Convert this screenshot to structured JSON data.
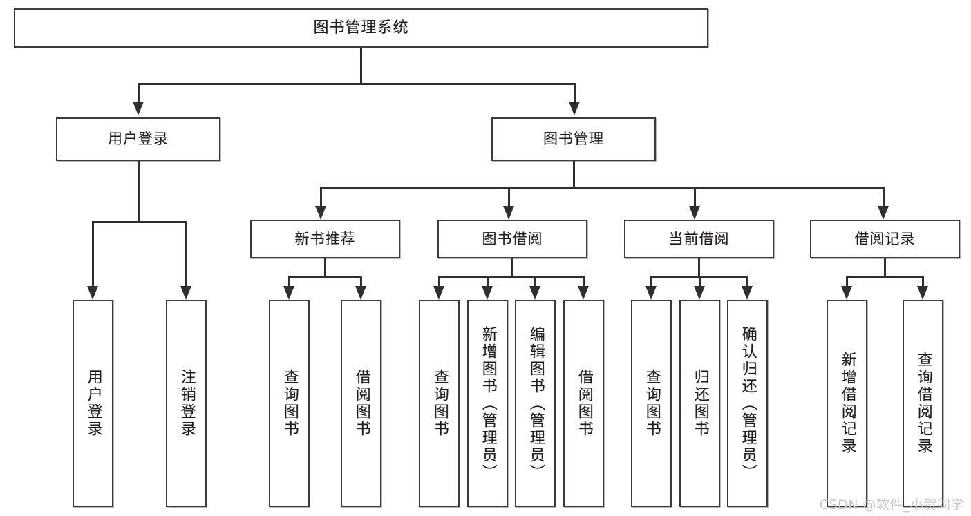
{
  "diagram": {
    "type": "tree",
    "title": "图书管理系统",
    "watermark": "CSDN @软件_小贺同学",
    "colors": {
      "box_border": "#3b3b3b",
      "line": "#2f2f2f",
      "text": "#1d1d1d",
      "background": "#ffffff",
      "watermark": "#c9c9c9"
    },
    "root": {
      "label": "图书管理系统"
    },
    "level2": [
      {
        "label": "用户登录"
      },
      {
        "label": "图书管理"
      }
    ],
    "level3": [
      {
        "label": "新书推荐"
      },
      {
        "label": "图书借阅"
      },
      {
        "label": "当前借阅"
      },
      {
        "label": "借阅记录"
      }
    ],
    "leaves": {
      "user_login": [
        {
          "label": "用户登录"
        },
        {
          "label": "注销登录"
        }
      ],
      "new_book": [
        {
          "label": "查询图书"
        },
        {
          "label": "借阅图书"
        }
      ],
      "book_borrow": [
        {
          "label": "查询图书"
        },
        {
          "label": "新增图书（管理员）"
        },
        {
          "label": "编辑图书（管理员）"
        },
        {
          "label": "借阅图书"
        }
      ],
      "current_borrow": [
        {
          "label": "查询图书"
        },
        {
          "label": "归还图书"
        },
        {
          "label": "确认归还（管理员）"
        }
      ],
      "borrow_record": [
        {
          "label": "新增借阅记录"
        },
        {
          "label": "查询借阅记录"
        }
      ]
    }
  }
}
